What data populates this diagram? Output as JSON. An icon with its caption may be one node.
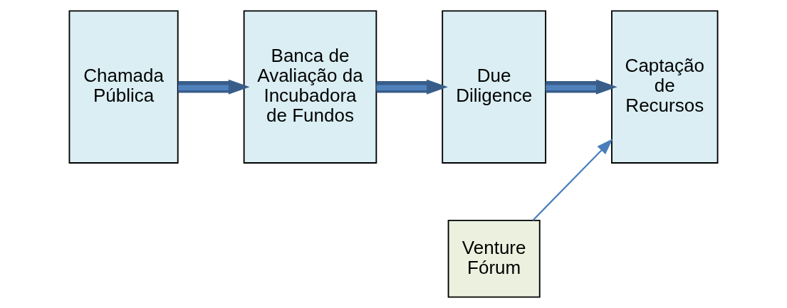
{
  "diagram": {
    "nodes": [
      {
        "text": [
          "Chamada Pública"
        ]
      },
      {
        "text": [
          "Banca de Avaliação da Incubadora de Fundos"
        ]
      },
      {
        "text": [
          "Due Diligence"
        ]
      },
      {
        "text": [
          "Captação de Recursos"
        ]
      },
      {
        "text": [
          "Venture Fórum"
        ]
      }
    ],
    "edges": [
      {
        "from": 0,
        "to": 1,
        "arrow": "to"
      },
      {
        "from": 1,
        "to": 2,
        "arrow": "to"
      },
      {
        "from": 2,
        "to": 3,
        "arrow": "to"
      },
      {
        "from": 4,
        "to": 3,
        "arrow": "to",
        "color": "#4a7ebb"
      }
    ]
  }
}
